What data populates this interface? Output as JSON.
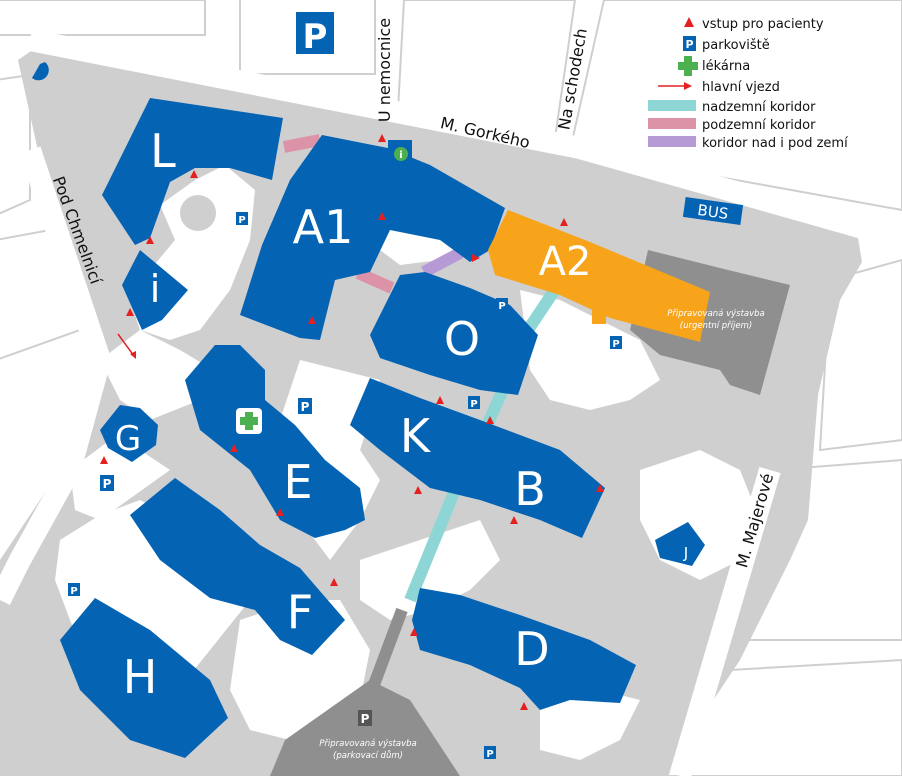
{
  "buildings": {
    "L": "L",
    "A1": "A1",
    "A2": "A2",
    "i": "i",
    "O": "O",
    "K": "K",
    "B": "B",
    "G": "G",
    "E": "E",
    "F": "F",
    "D": "D",
    "H": "H",
    "J": "J"
  },
  "streets": {
    "gorkeho": "M. Gorkého",
    "u_nemocnice": "U nemocnice",
    "na_schodech": "Na schodech",
    "pod_chmelnici": "Pod Chmelnicí",
    "majerove": "M. Majerové"
  },
  "bus_label": "BUS",
  "legend": {
    "entrance": "vstup pro pacienty",
    "parking": "parkoviště",
    "pharmacy": "lékárna",
    "main_entry": "hlavní vjezd",
    "overground": "nadzemní koridor",
    "underground": "podzemní koridor",
    "both": "koridor nad i pod zemí"
  },
  "notes": {
    "urgent_title": "Připravovaná výstavba",
    "urgent_sub": "(urgentní příjem)",
    "garage_title": "Připravovaná výstavba",
    "garage_sub": "(parkovací dům)"
  },
  "parking_letter": "P",
  "info_letter": "i",
  "colors": {
    "building": "#0563b4",
    "a2": "#f7a41b",
    "ground": "#cfcfcf",
    "road": "#ffffff",
    "planned": "#8f8f8f",
    "overground": "#8ed6d5",
    "underground": "#dc93a8",
    "both": "#b69ad6",
    "entrance": "#e42020",
    "pharmacy": "#4caf50"
  }
}
